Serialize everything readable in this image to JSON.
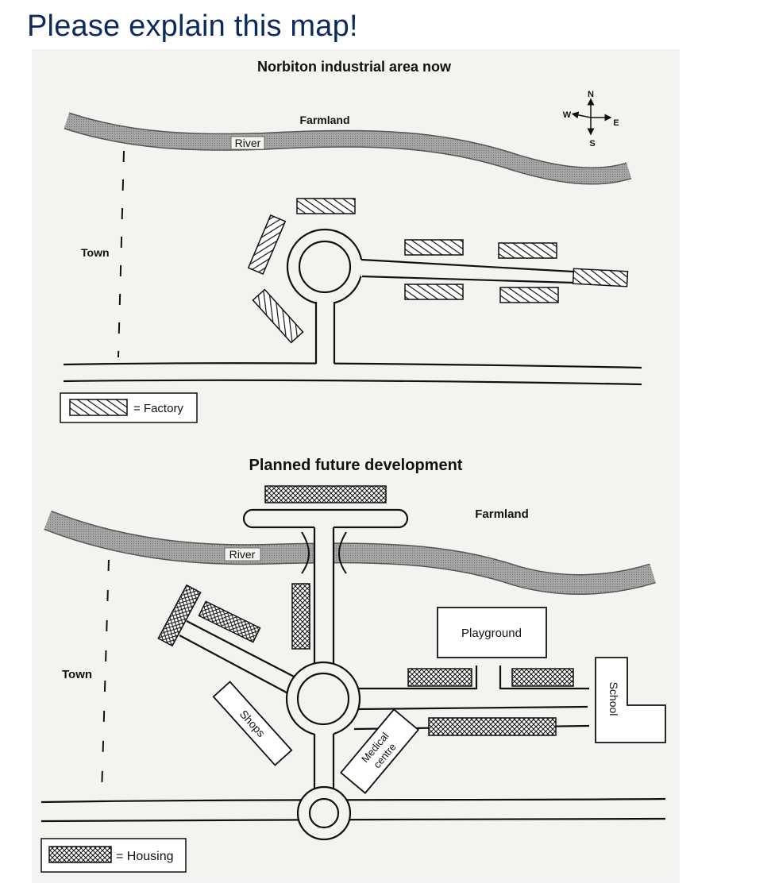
{
  "question": "Please explain this map!",
  "map_now": {
    "title": "Norbiton industrial area now",
    "farmland": "Farmland",
    "river": "River",
    "town": "Town",
    "legend": "= Factory",
    "compass": {
      "n": "N",
      "s": "S",
      "e": "E",
      "w": "W"
    }
  },
  "map_future": {
    "title": "Planned future development",
    "farmland": "Farmland",
    "river": "River",
    "town": "Town",
    "playground": "Playground",
    "school": "School",
    "shops": "Shops",
    "medical_line1": "Medical",
    "medical_line2": "centre",
    "legend": "= Housing"
  },
  "colors": {
    "heading": "#0d2a5e",
    "river": "#9a9a9a",
    "paper": "#f4f3ef"
  }
}
